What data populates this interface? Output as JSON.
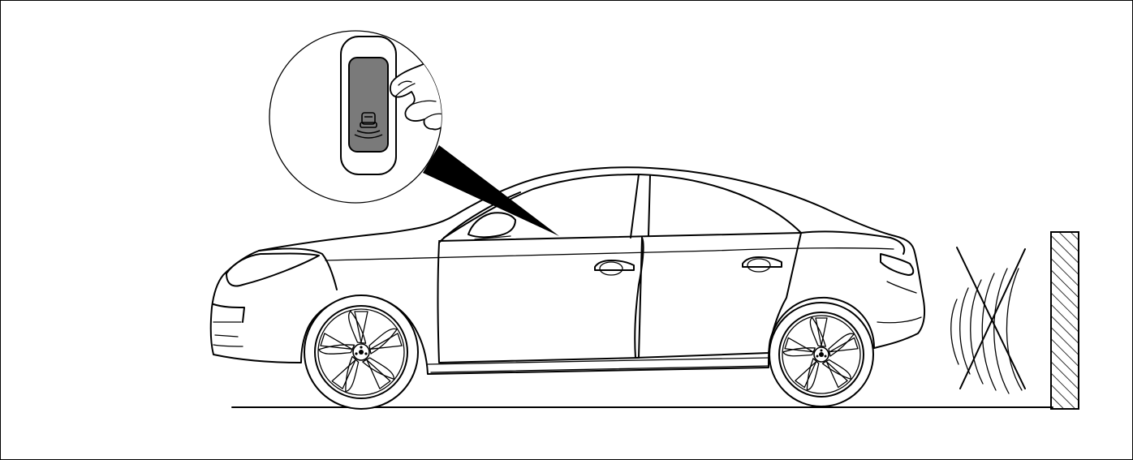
{
  "figure": {
    "kind": "illustration",
    "subject": "car-parking-sensor-button",
    "callout_icon": "parking-sensor-off-icon",
    "obstacle_signal_state": "crossed-out",
    "colors": {
      "line": "#000000",
      "background": "#ffffff",
      "button_fill": "#7a7a7a",
      "button_frame": "#ffffff",
      "callout_wedge": "#000000"
    }
  }
}
